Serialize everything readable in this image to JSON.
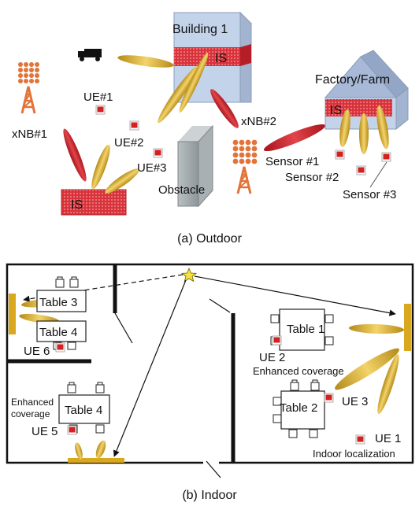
{
  "outdoor": {
    "caption": "(a) Outdoor",
    "building_label": "Building 1",
    "factory_label": "Factory/Farm",
    "obstacle_label": "Obstacle",
    "is_label": "IS",
    "base_stations": [
      "xNB#1",
      "xNB#2"
    ],
    "ues": [
      "UE#1",
      "UE#2",
      "UE#3"
    ],
    "sensors": [
      "Sensor #1",
      "Sensor #2",
      "Sensor #3"
    ]
  },
  "indoor": {
    "caption": "(b) Indoor",
    "tables": [
      "Table 3",
      "Table 4",
      "Table 4",
      "Table 1",
      "Table 2"
    ],
    "ues": [
      "UE 6",
      "UE 5",
      "UE 2",
      "UE 3",
      "UE 1"
    ],
    "enhanced_coverage_left_1": "Enhanced",
    "enhanced_coverage_left_2": "coverage",
    "enhanced_coverage_right": "Enhanced coverage",
    "indoor_localization": "Indoor localization"
  },
  "colors": {
    "is_red": "#d22a2f",
    "gold": "#c9a12a",
    "building_blue": "#c3d3ea",
    "ue_red": "#d42020",
    "tower_orange": "#e2743a"
  }
}
